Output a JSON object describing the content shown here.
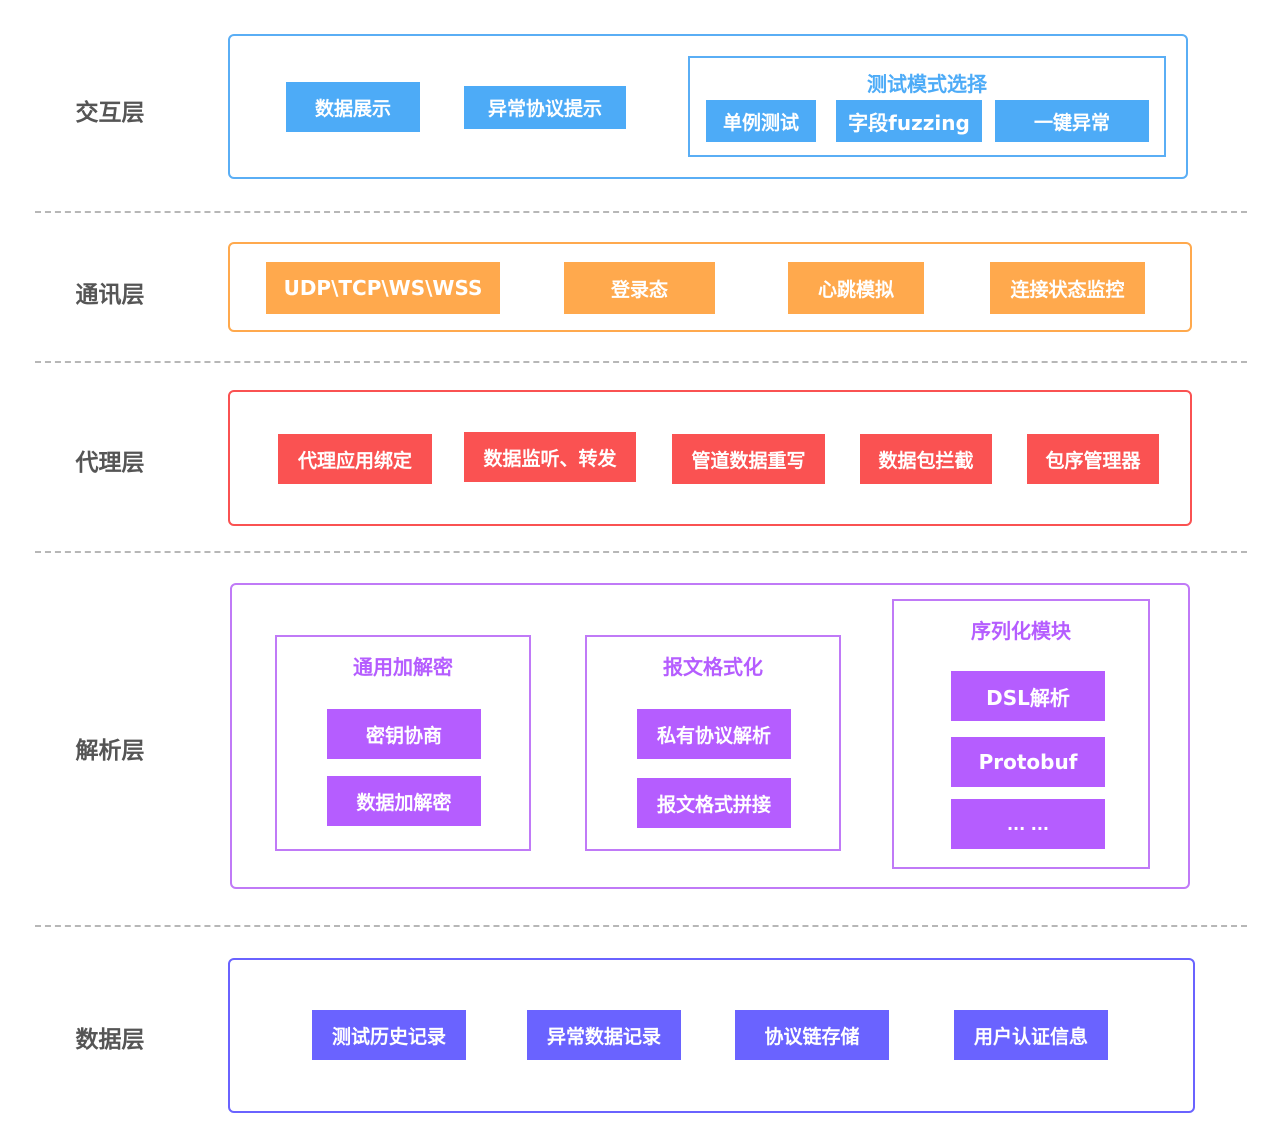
{
  "colors": {
    "interaction": "#4dabf7",
    "interaction_frame": "#5aaef5",
    "communication": "#ffa94d",
    "proxy": "#fa5252",
    "parsing": "#b55dff",
    "parsing_frame": "#c07af7",
    "data": "#6a63ff"
  },
  "layers": {
    "interaction": {
      "label": "交互层",
      "items": [
        "数据展示",
        "异常协议提示"
      ],
      "test_mode": {
        "title": "测试模式选择",
        "items": [
          "单例测试",
          "字段fuzzing",
          "一键异常"
        ]
      }
    },
    "communication": {
      "label": "通讯层",
      "items": [
        "UDP\\TCP\\WS\\WSS",
        "登录态",
        "心跳模拟",
        "连接状态监控"
      ]
    },
    "proxy": {
      "label": "代理层",
      "items": [
        "代理应用绑定",
        "数据监听、转发",
        "管道数据重写",
        "数据包拦截",
        "包序管理器"
      ]
    },
    "parsing": {
      "label": "解析层",
      "crypto": {
        "title": "通用加解密",
        "items": [
          "密钥协商",
          "数据加解密"
        ]
      },
      "format": {
        "title": "报文格式化",
        "items": [
          "私有协议解析",
          "报文格式拼接"
        ]
      },
      "serialization": {
        "title": "序列化模块",
        "items": [
          "DSL解析",
          "Protobuf",
          "... ..."
        ]
      }
    },
    "data": {
      "label": "数据层",
      "items": [
        "测试历史记录",
        "异常数据记录",
        "协议链存储",
        "用户认证信息"
      ]
    }
  }
}
